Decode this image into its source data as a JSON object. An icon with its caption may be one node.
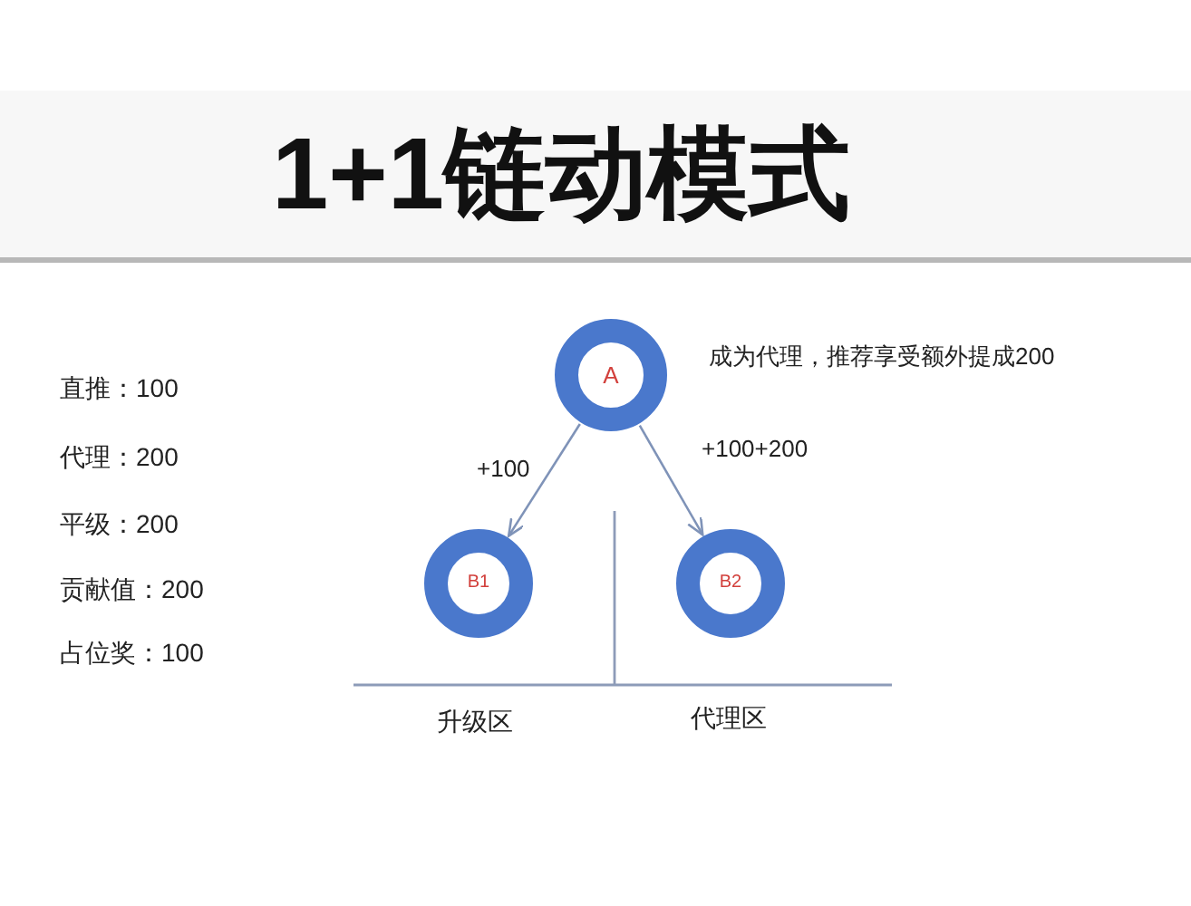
{
  "diagram": {
    "title": "1+1链动模式",
    "nodes": [
      {
        "text": [
          "A"
        ],
        "beside": [
          "成为代理，推荐享受额外提成200"
        ]
      },
      {
        "text": [
          "B1"
        ]
      },
      {
        "text": [
          "B2"
        ]
      }
    ],
    "edges": [
      {
        "from": 0,
        "to": 1,
        "arrow": "to",
        "label": "+100"
      },
      {
        "from": 0,
        "to": 2,
        "arrow": "to",
        "label": "+100+200"
      }
    ],
    "labels": [
      "直推：100",
      "代理：200",
      "平级：200",
      "贡献值：200",
      "占位奖：100",
      "升级区",
      "代理区"
    ]
  }
}
